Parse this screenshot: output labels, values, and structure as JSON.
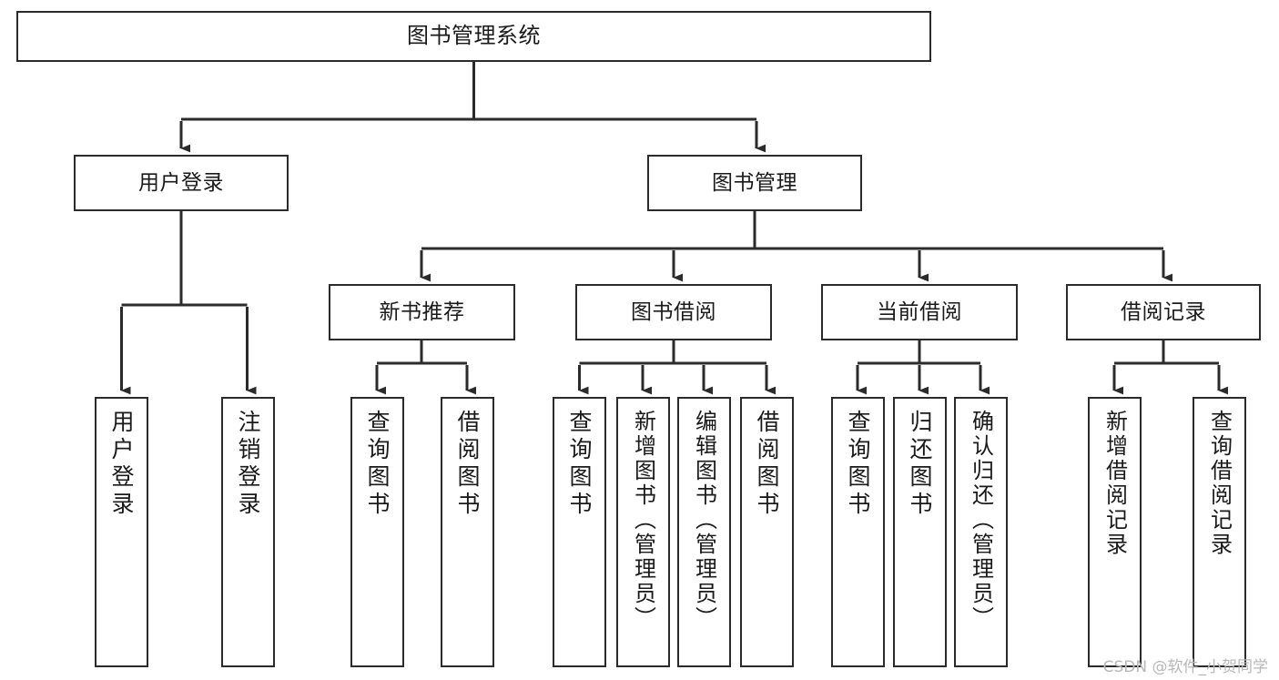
{
  "diagram": {
    "title": "图书管理系统",
    "type": "tree-hierarchy-diagram",
    "colors": {
      "box_border": "#2b2b2b",
      "box_fill": "#ffffff",
      "connector": "#2b2b2b",
      "text": "#1a1a1a",
      "watermark": "#b8b8b8",
      "background": "#ffffff"
    },
    "root": {
      "label": "图书管理系统"
    },
    "level2": [
      {
        "label": "用户登录"
      },
      {
        "label": "图书管理"
      }
    ],
    "level3": [
      {
        "label": "新书推荐"
      },
      {
        "label": "图书借阅"
      },
      {
        "label": "当前借阅"
      },
      {
        "label": "借阅记录"
      }
    ],
    "leaves": {
      "user_login": [
        {
          "label": "用户登录"
        },
        {
          "label": "注销登录"
        }
      ],
      "new_book_recommend": [
        {
          "label": "查询图书"
        },
        {
          "label": "借阅图书"
        }
      ],
      "book_borrow": [
        {
          "label": "查询图书"
        },
        {
          "label": "新增图书（管理员）"
        },
        {
          "label": "编辑图书（管理员）"
        },
        {
          "label": "借阅图书"
        }
      ],
      "current_borrow": [
        {
          "label": "查询图书"
        },
        {
          "label": "归还图书"
        },
        {
          "label": "确认归还（管理员）"
        }
      ],
      "borrow_record": [
        {
          "label": "新增借阅记录"
        },
        {
          "label": "查询借阅记录"
        }
      ]
    }
  },
  "watermark": {
    "text": "CSDN @软件_小贺同学"
  }
}
